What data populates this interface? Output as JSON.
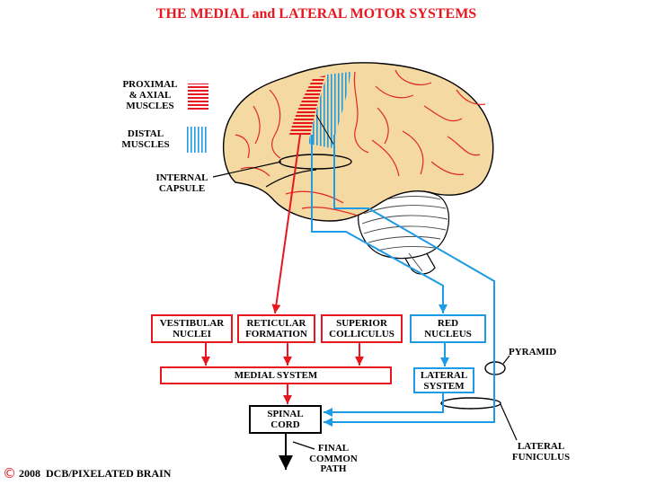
{
  "title": "THE MEDIAL and LATERAL MOTOR SYSTEMS",
  "legend": {
    "proximal": {
      "line1": "PROXIMAL",
      "line2": "& AXIAL",
      "line3": "MUSCLES",
      "swatch_color": "#e8161e"
    },
    "distal": {
      "line1": "DISTAL",
      "line2": "MUSCLES",
      "swatch_color": "#1e9be6"
    }
  },
  "labels": {
    "internal_capsule": {
      "line1": "INTERNAL",
      "line2": "CAPSULE"
    },
    "pyramid": "PYRAMID",
    "lateral_funiculus": {
      "line1": "LATERAL",
      "line2": "FUNICULUS"
    },
    "final_common_path": {
      "line1": "FINAL",
      "line2": "COMMON",
      "line3": "PATH"
    }
  },
  "nodes": {
    "vestibular_nuclei": {
      "line1": "VESTIBULAR",
      "line2": "NUCLEI",
      "color": "#e8161e"
    },
    "reticular_formation": {
      "line1": "RETICULAR",
      "line2": "FORMATION",
      "color": "#e8161e"
    },
    "superior_colliculus": {
      "line1": "SUPERIOR",
      "line2": "COLLICULUS",
      "color": "#e8161e"
    },
    "red_nucleus": {
      "line1": "RED",
      "line2": "NUCLEUS",
      "color": "#1e9be6"
    },
    "medial_system": {
      "label": "MEDIAL SYSTEM",
      "color": "#e8161e"
    },
    "lateral_system": {
      "line1": "LATERAL",
      "line2": "SYSTEM",
      "color": "#1e9be6"
    },
    "spinal_cord": {
      "line1": "SPINAL",
      "line2": "CORD",
      "color": "#000000"
    }
  },
  "copyright": {
    "symbol": "©",
    "text": "2008  DCB/PIXELATED BRAIN"
  },
  "colors": {
    "title": "#e8161e",
    "medial": "#e8161e",
    "lateral": "#1e9be6",
    "neutral": "#000000",
    "brain": "#f5d9a2",
    "sulci": "#e0281e",
    "cerebellum": "#ffffff",
    "copyright_symbol": "#e8161e"
  }
}
